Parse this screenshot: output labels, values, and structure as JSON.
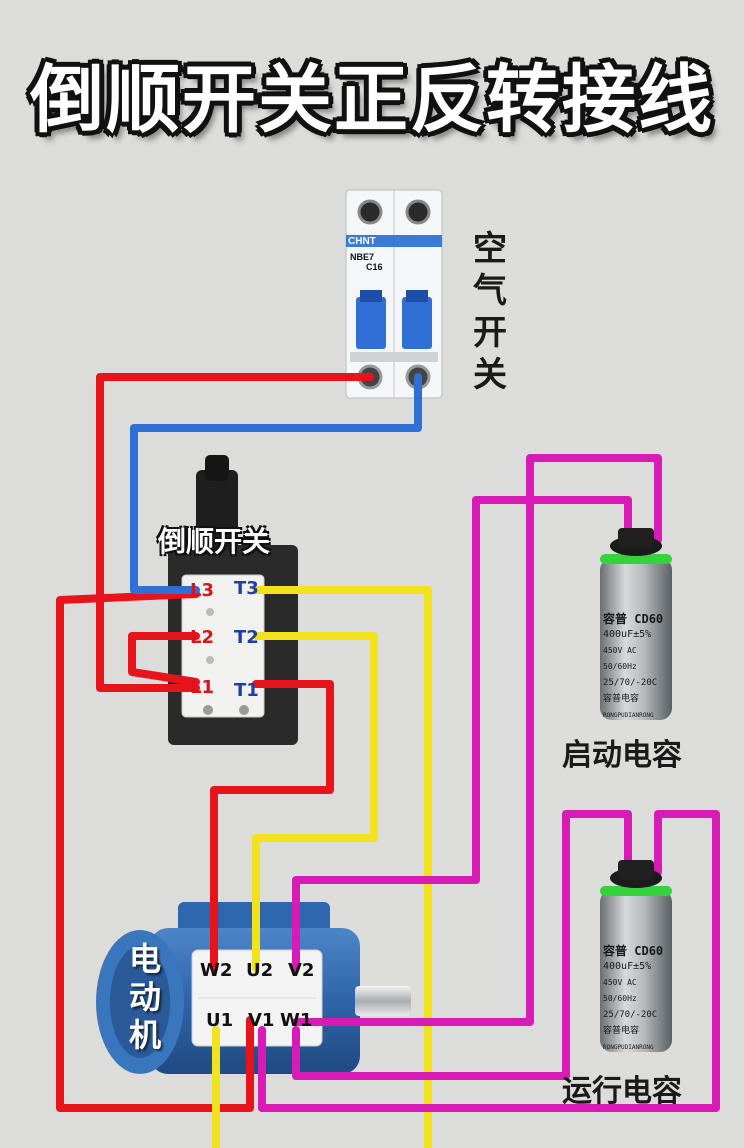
{
  "title": "倒顺开关正反转接线",
  "breaker": {
    "label": "空气开关",
    "brand": "CHNT",
    "model": "NBE7",
    "rating": "C16"
  },
  "switch": {
    "label": "倒顺开关",
    "terminals": [
      "L3",
      "T3",
      "L2",
      "T2",
      "L1",
      "T1"
    ]
  },
  "motor": {
    "label": "电动机",
    "terminals_top": [
      "W2",
      "U2",
      "V2"
    ],
    "terminals_bottom": [
      "U1",
      "V1",
      "W1"
    ]
  },
  "start_capacitor": {
    "label": "启动电容",
    "brand": "容普",
    "model": "CD60",
    "capacitance": "400uF±5%",
    "voltage": "450V AC 50/60Hz",
    "temp": "25/70/-20C",
    "name": "容普电容",
    "pinyin": "RONGPUDIANRONG"
  },
  "run_capacitor": {
    "label": "运行电容",
    "brand": "容普",
    "model": "CD60",
    "capacitance": "400uF±5%",
    "voltage": "450V AC 50/60Hz",
    "temp": "25/70/-20C",
    "name": "容普电容",
    "pinyin": "RONGPUDIANRONG"
  },
  "colors": {
    "red_wire": "#e8141c",
    "blue_wire": "#2f6fd6",
    "yellow_wire": "#f2e21e",
    "magenta_wire": "#d81bb4",
    "terminal_red": "#d8141c",
    "terminal_blue": "#1f3fa8"
  }
}
